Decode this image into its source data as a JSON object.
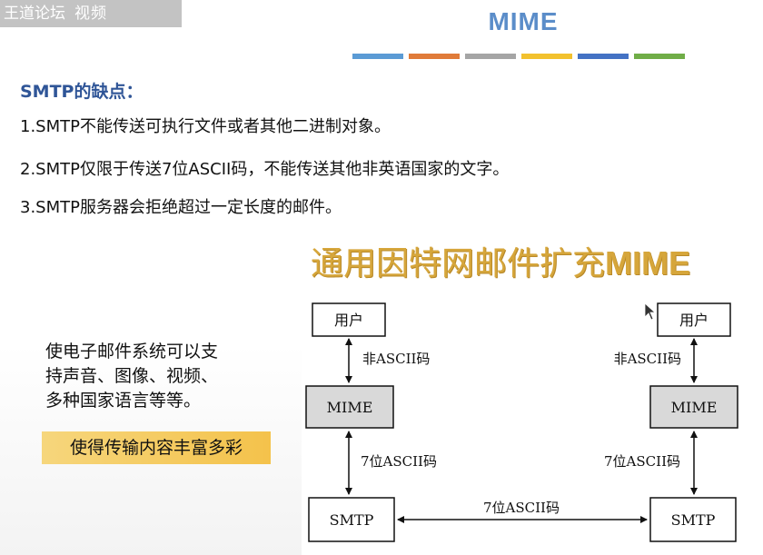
{
  "watermark": {
    "brand": "王道论坛",
    "extra": "视频"
  },
  "title": "MIME",
  "accent_colors": [
    "#5b9bd5",
    "#e07b39",
    "#a5a5a5",
    "#f2c12e",
    "#4472c4",
    "#70ad47"
  ],
  "heading": "SMTP的缺点：",
  "points": [
    "1.SMTP不能传送可执行文件或者其他二进制对象。",
    "2.SMTP仅限于传送7位ASCII码，不能传送其他非英语国家的文字。",
    "3.SMTP服务器会拒绝超过一定长度的邮件。"
  ],
  "big_title": {
    "cn": "通用因特网邮件扩充",
    "latin": "MIME"
  },
  "description": [
    "使电子邮件系统可以支",
    "持声音、图像、视频、",
    "多种国家语言等等。"
  ],
  "highlight": "使得传输内容丰富多彩",
  "diagram": {
    "left": {
      "user": "用户",
      "non_ascii": "非ASCII码",
      "mime": "MIME",
      "ascii7": "7位ASCII码",
      "smtp": "SMTP"
    },
    "right": {
      "user": "用户",
      "non_ascii": "非ASCII码",
      "mime": "MIME",
      "ascii7": "7位ASCII码",
      "smtp": "SMTP"
    },
    "middle_label": "7位ASCII码"
  }
}
